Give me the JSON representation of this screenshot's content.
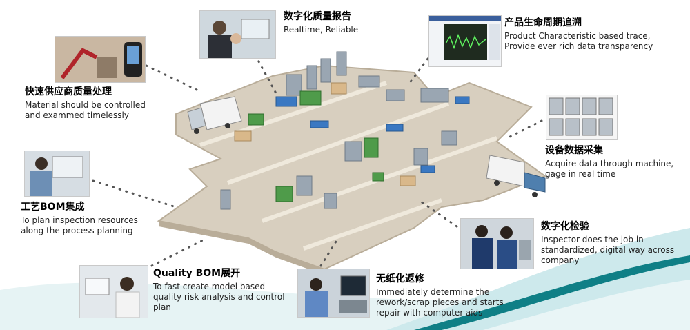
{
  "callouts": {
    "digital_quality_report": {
      "title": "数字化质量报告",
      "desc": "Realtime, Reliable"
    },
    "product_lifecycle_trace": {
      "title": "产品生命周期追溯",
      "desc": "Product Characteristic based trace, Provide ever rich data transparency"
    },
    "supplier_quality": {
      "title": "快速供应商质量处理",
      "desc": "Material should be controlled and exammed timelessly"
    },
    "equipment_data": {
      "title": "设备数据采集",
      "desc": "Acquire data through machine, gage in real time"
    },
    "process_bom": {
      "title": "工艺BOM集成",
      "desc": "To plan inspection resources along the process planning"
    },
    "digital_inspection": {
      "title": "数字化检验",
      "desc": "Inspector does the job in standardized, digital way across company"
    },
    "quality_bom": {
      "title": "Quality BOM展开",
      "desc": "To fast create model based quality risk analysis and control plan"
    },
    "paperless_rework": {
      "title": "无纸化返修",
      "desc": "Immediately determine the rework/scrap pieces and starts repair with computer-aids"
    }
  },
  "colors": {
    "floor": "#d8cfbf",
    "floor_edge": "#b9ad99",
    "dots": "#555555",
    "wave_teal": "#0f7f86",
    "wave_light": "#d7eef0"
  }
}
